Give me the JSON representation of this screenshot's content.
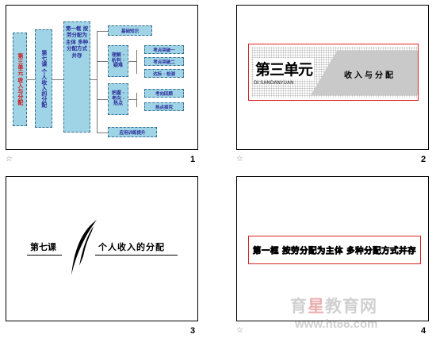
{
  "slides": [
    {
      "number": "1",
      "star": "☆",
      "mindmap": {
        "unit": "第三单元 收入与分配",
        "lesson": "第七课 个人收入的分配",
        "frame": "第一框 按劳分配为主体 多种分配方式并存",
        "top_item": "基础知识",
        "branch_a": "理解 · 析判 · 疑难",
        "branch_a_items": [
          "考点突破一",
          "考点突破二",
          "达标 · 检测"
        ],
        "branch_b": "把握 · 考向 · 热点",
        "branch_b_items": [
          "考向回顾",
          "热点探究"
        ],
        "bottom_item": "应用训练提升"
      }
    },
    {
      "number": "2",
      "star": "☆",
      "unit_title": "第三单元",
      "unit_pinyin": "DI SANDANYUAN",
      "topic": "收入与分配"
    },
    {
      "number": "3",
      "lesson": "第七课",
      "lesson_title": "个人收入的分配"
    },
    {
      "number": "4",
      "star": "☆",
      "frame_title": "第一框 按劳分配为主体 多种分配方式并存"
    }
  ],
  "watermark": {
    "cn_a": "育",
    "cn_heart": "星",
    "cn_b": "教育网",
    "url": "www.ht88.com"
  },
  "colors": {
    "box_fill": "#9fd4e6",
    "box_text": "#2a2a9a",
    "accent_red": "#d01010"
  }
}
